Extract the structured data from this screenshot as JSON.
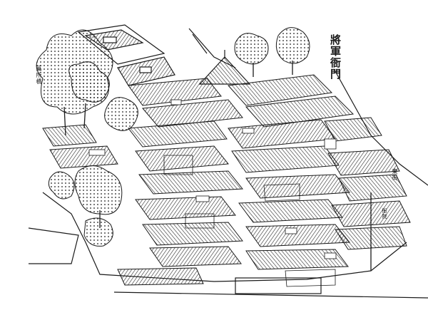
{
  "map_title": "將軍衙門",
  "labels": {
    "left_edge": "萬所橋",
    "right_edge": "東街",
    "lower_right": "衙院"
  },
  "colors": {
    "ink": "#1a1a1a",
    "paper": "#ffffff"
  }
}
